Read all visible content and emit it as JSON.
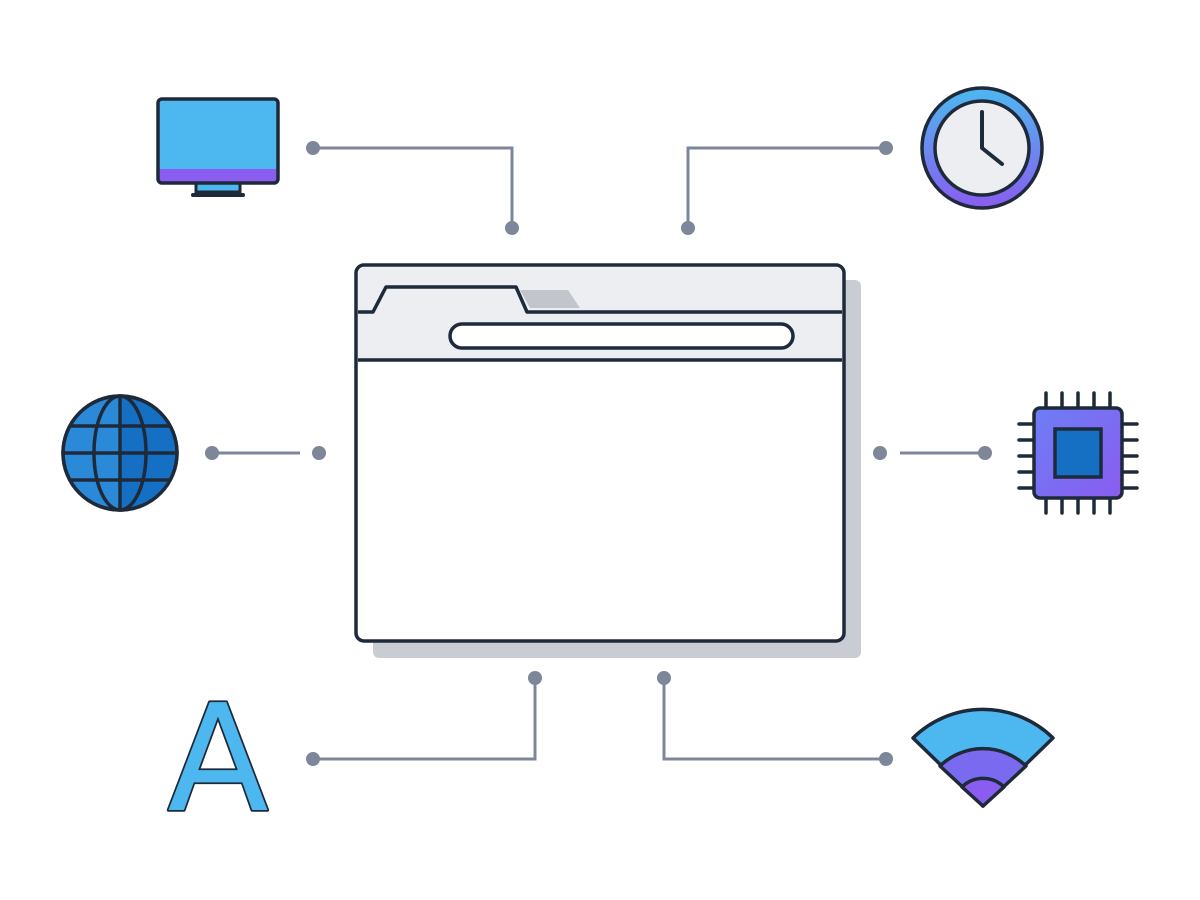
{
  "diagram": {
    "center": {
      "name": "browser-window"
    },
    "nodes": [
      {
        "id": "monitor",
        "icon": "monitor-icon",
        "position": "top-left"
      },
      {
        "id": "clock",
        "icon": "clock-icon",
        "position": "top-right"
      },
      {
        "id": "globe",
        "icon": "globe-icon",
        "position": "middle-left"
      },
      {
        "id": "chip",
        "icon": "chip-icon",
        "position": "middle-right"
      },
      {
        "id": "font",
        "icon": "font-letter-icon",
        "position": "bottom-left",
        "glyph": "A"
      },
      {
        "id": "wifi",
        "icon": "wifi-icon",
        "position": "bottom-right"
      }
    ]
  },
  "colors": {
    "outline": "#1e2a3a",
    "connector": "#7d8799",
    "window_fill": "#ffffff",
    "toolbar_fill": "#eceef2",
    "shadow": "#c9ccd2",
    "light_blue": "#4db8f0",
    "mid_blue": "#2a8ad8",
    "dark_blue": "#1570c4",
    "purple": "#8a5cf0",
    "violet": "#7a6af0",
    "clock_face": "#eceef2"
  }
}
